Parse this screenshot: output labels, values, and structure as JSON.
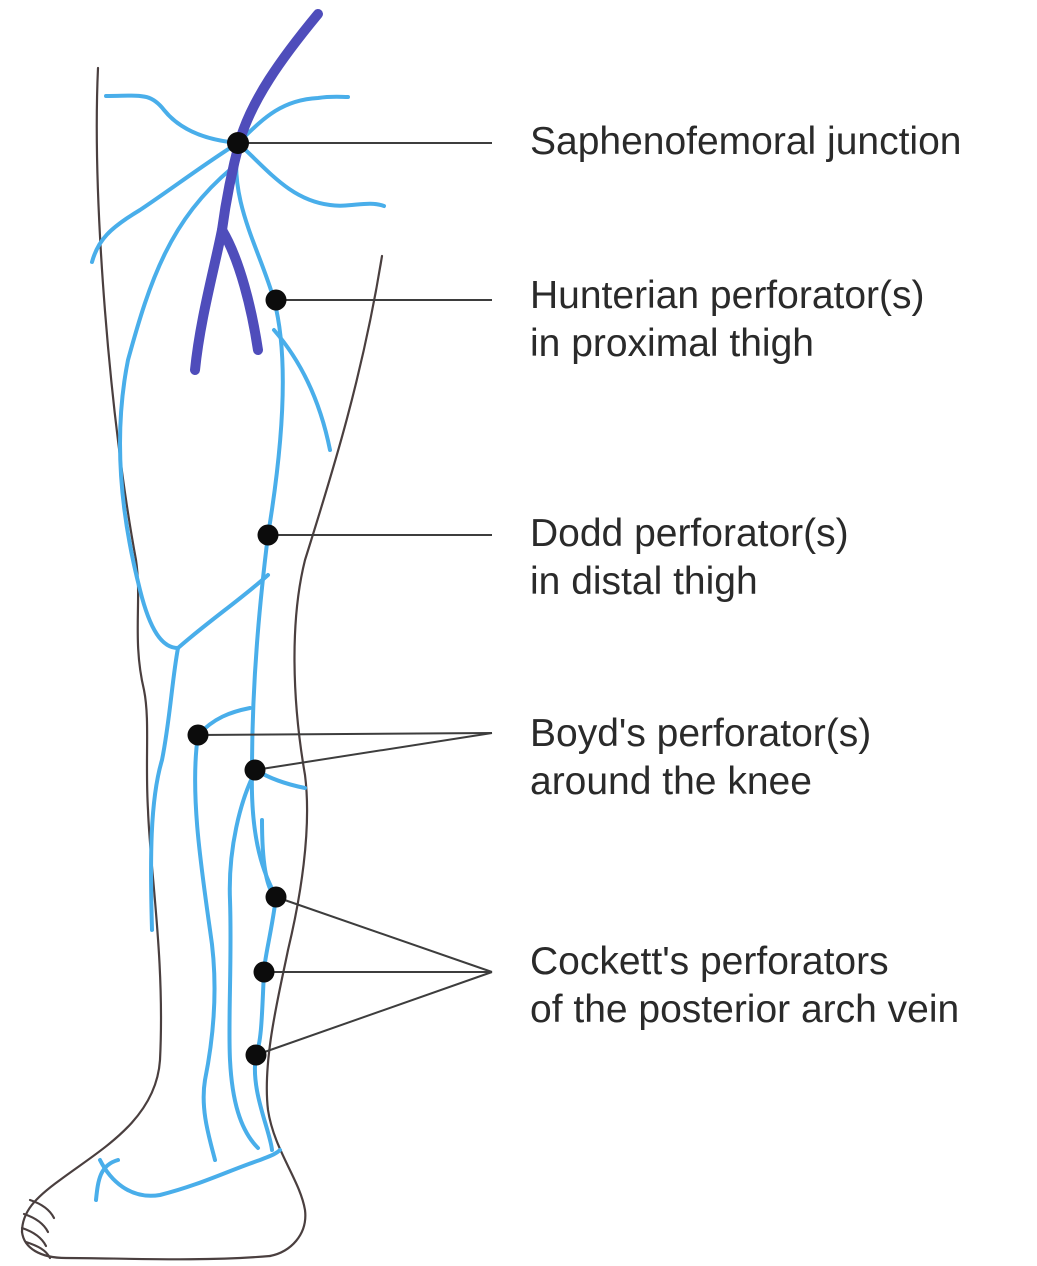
{
  "colors": {
    "superficial_vein": "#49aeea",
    "deep_vein": "#4f4dbb",
    "outline": "#4a3f3f",
    "perforator_dot": "#0c0c0c",
    "text": "#2a2a2a"
  },
  "labels": {
    "saphenofemoral": {
      "line1": "Saphenofemoral junction"
    },
    "hunterian": {
      "line1": "Hunterian perforator(s)",
      "line2": "in proximal thigh"
    },
    "dodd": {
      "line1": "Dodd perforator(s)",
      "line2": "in distal thigh"
    },
    "boyd": {
      "line1": "Boyd's perforator(s)",
      "line2": "around the knee"
    },
    "cockett": {
      "line1": "Cockett's perforators",
      "line2": "of the posterior arch vein"
    }
  }
}
